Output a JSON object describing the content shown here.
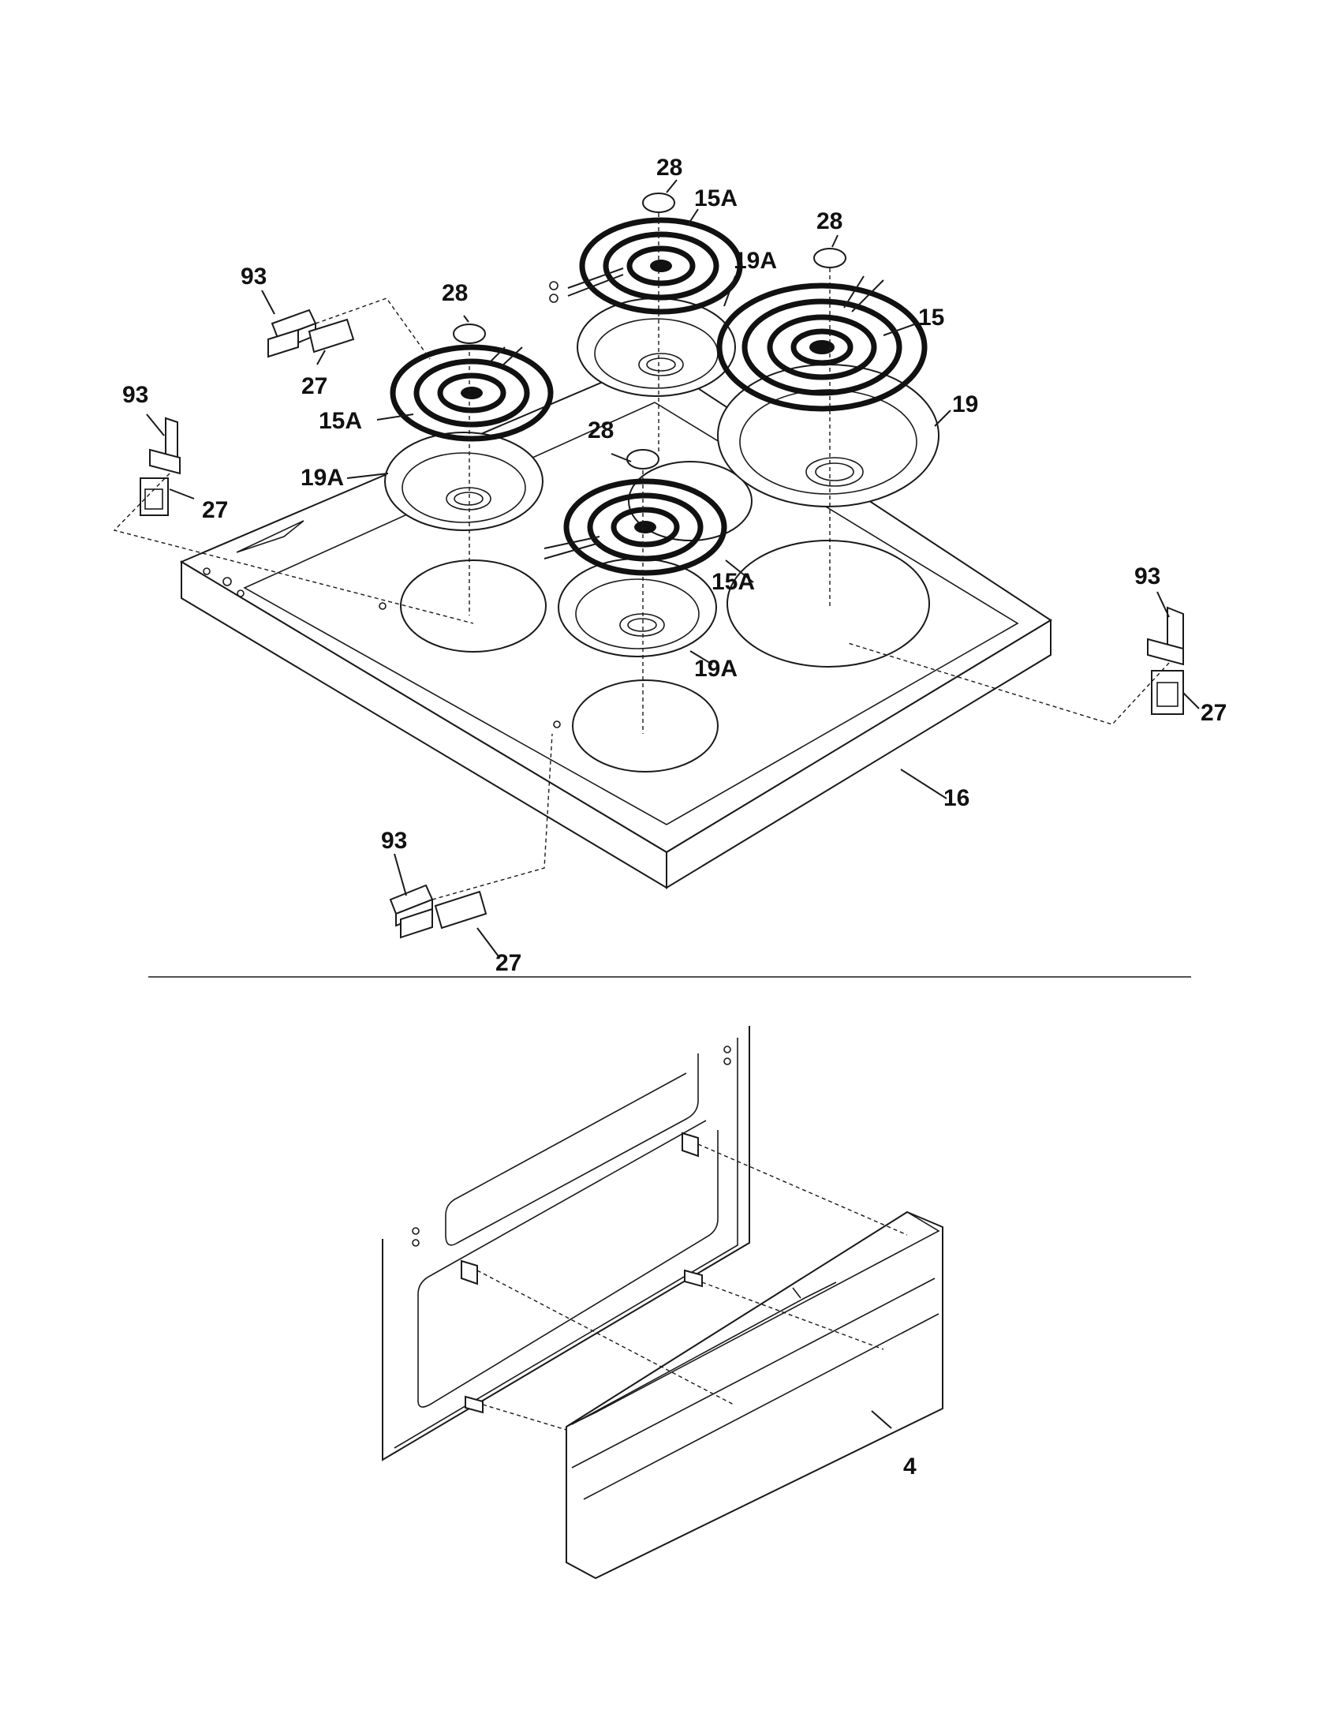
{
  "callouts": {
    "cap_rear_center": "28",
    "coil_rear_center": "15A",
    "cap_right": "28",
    "pan_rear_center": "19A",
    "receptacle_left_upper": "93",
    "cap_left": "28",
    "coil_large": "15",
    "bracket_left_upper": "27",
    "coil_left": "15A",
    "pan_large": "19",
    "receptacle_left": "93",
    "pan_left": "19A",
    "cap_front_center": "28",
    "bracket_left": "27",
    "coil_front_center": "15A",
    "receptacle_right": "93",
    "pan_front_center": "19A",
    "bracket_right": "27",
    "cooktop": "16",
    "receptacle_bottom": "93",
    "bracket_bottom": "27",
    "drawer_panel": "4"
  }
}
